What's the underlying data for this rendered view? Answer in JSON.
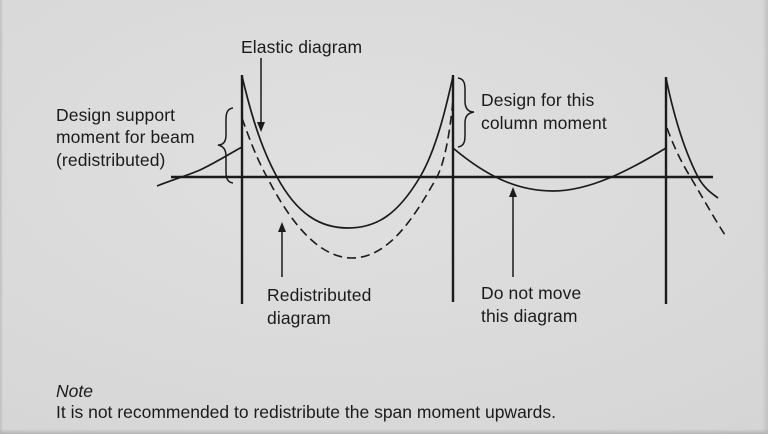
{
  "colors": {
    "background": "#d8d8d8",
    "ink": "#1b1b1b"
  },
  "diagram": {
    "annotations": {
      "elastic": "Elastic diagram",
      "design_support": "Design support\nmoment for beam\n(redistributed)",
      "design_column": "Design for this\ncolumn moment",
      "redistributed": "Redistributed\ndiagram",
      "do_not_move": "Do not move\nthis diagram"
    },
    "note": {
      "label": "Note",
      "text": "It is not recommended to redistribute the span moment upwards."
    }
  }
}
